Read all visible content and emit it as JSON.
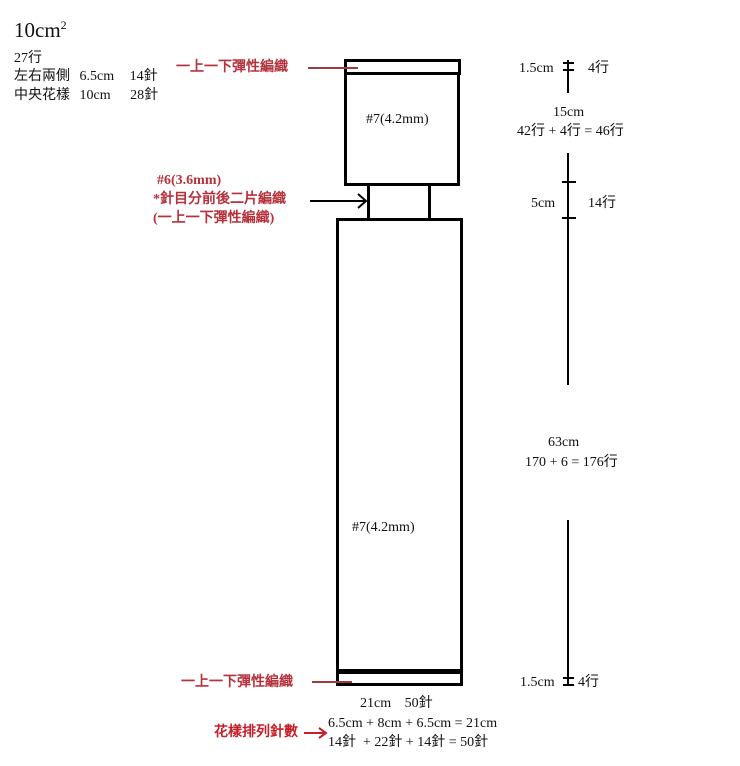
{
  "gauge": {
    "title": "10cm",
    "title_sup": "2",
    "rows": "27行",
    "sides_label": "左右兩側",
    "sides_width": "6.5cm",
    "sides_stitches": "14針",
    "center_label": "中央花樣",
    "center_width": "10cm",
    "center_stitches": "28針"
  },
  "annotations": {
    "top_rib": "一上一下彈性編織",
    "collar_needle": "#6(3.6mm)",
    "collar_note": "*針目分前後二片編織",
    "collar_rib": "(一上一下彈性編織)",
    "bottom_rib": "一上一下彈性編織",
    "pattern_arrangement": "花樣排列針數",
    "colors": {
      "annotation_red": "#b5323c",
      "arrow_red": "#c8202a",
      "line": "#000000"
    }
  },
  "pieces": {
    "upper_needle": "#7(4.2mm)",
    "main_needle": "#7(4.2mm)"
  },
  "dimensions": {
    "top_rib_cm": "1.5cm",
    "top_rib_rows": "4行",
    "upper_cm": "15cm",
    "upper_rows": "42行 + 4行 = 46行",
    "collar_cm": "5cm",
    "collar_rows": "14行",
    "main_cm": "63cm",
    "main_rows": "170 + 6 = 176行",
    "bottom_rib_cm": "1.5cm",
    "bottom_rib_rows": "4行",
    "width_cm": "21cm",
    "width_stitches": "50針",
    "width_breakdown_cm": "6.5cm + 8cm + 6.5cm = 21cm",
    "width_breakdown_stitches": "14針  + 22針 + 14針 = 50針"
  }
}
